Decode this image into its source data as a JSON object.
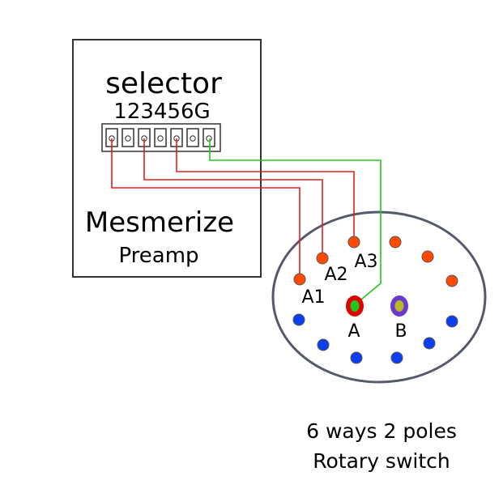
{
  "preamp": {
    "selector_title": "selector",
    "pin_labels": "123456G",
    "name": "Mesmerize",
    "subtitle": "Preamp"
  },
  "switch": {
    "labels": {
      "a1": "A1",
      "a2": "A2",
      "a3": "A3",
      "common_a": "A",
      "common_b": "B"
    },
    "caption_line1": "6 ways 2 poles",
    "caption_line2": "Rotary switch"
  },
  "colors": {
    "pole_a_contacts": "#ff4a00",
    "pole_b_contacts": "#0a3ef0",
    "wire_signal": "#e02020",
    "wire_ground": "#22c51e",
    "switch_outline": "#555a6a",
    "common_a_ring": "#e00000",
    "common_a_center": "#22c51e",
    "common_b_ring": "#6a3ad0",
    "common_b_center": "#b8b820"
  }
}
